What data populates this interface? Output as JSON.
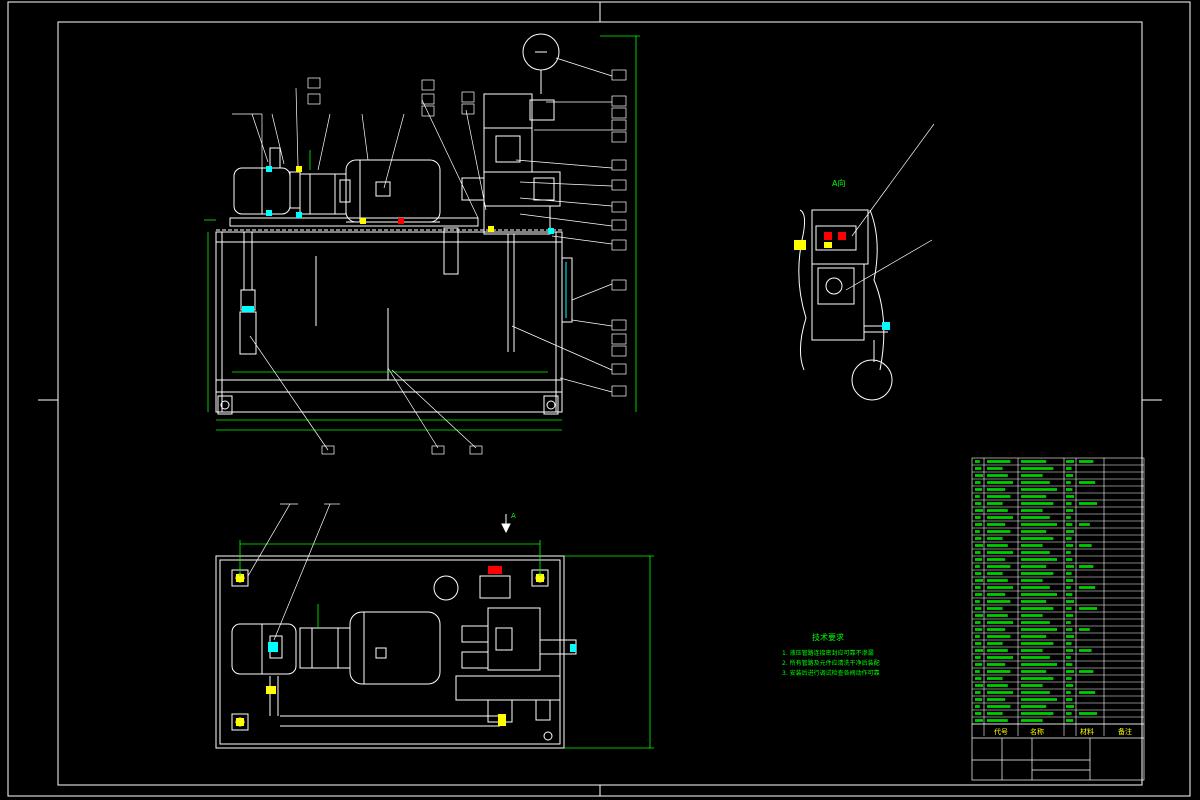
{
  "sheet": {
    "colors": {
      "frame": "#ffffff",
      "part": "#ffffff",
      "dimension": "#00ff00",
      "leader": "#ffffff",
      "accent": "#00ffff",
      "red": "#ff0000",
      "yellow": "#ffff00",
      "tablegreen": "#00ff00"
    }
  },
  "views": {
    "auxiliary_label": "A向",
    "direction_arrow_label": "A"
  },
  "technical_requirements": {
    "title": "技术要求",
    "items": [
      "1. 液压管路连接密封应可靠不渗漏",
      "2. 所有管路及元件应清洗干净后装配",
      "3. 安装后进行调试检查各阀动作可靠"
    ]
  },
  "title_block": {
    "column_headers": [
      "代号",
      "名称",
      "材料",
      "备注"
    ]
  },
  "icons": [
    "pressure-gauge-icon",
    "motor-icon",
    "pump-icon",
    "valve-block-icon",
    "oil-tank-icon",
    "direction-arrow-icon"
  ]
}
